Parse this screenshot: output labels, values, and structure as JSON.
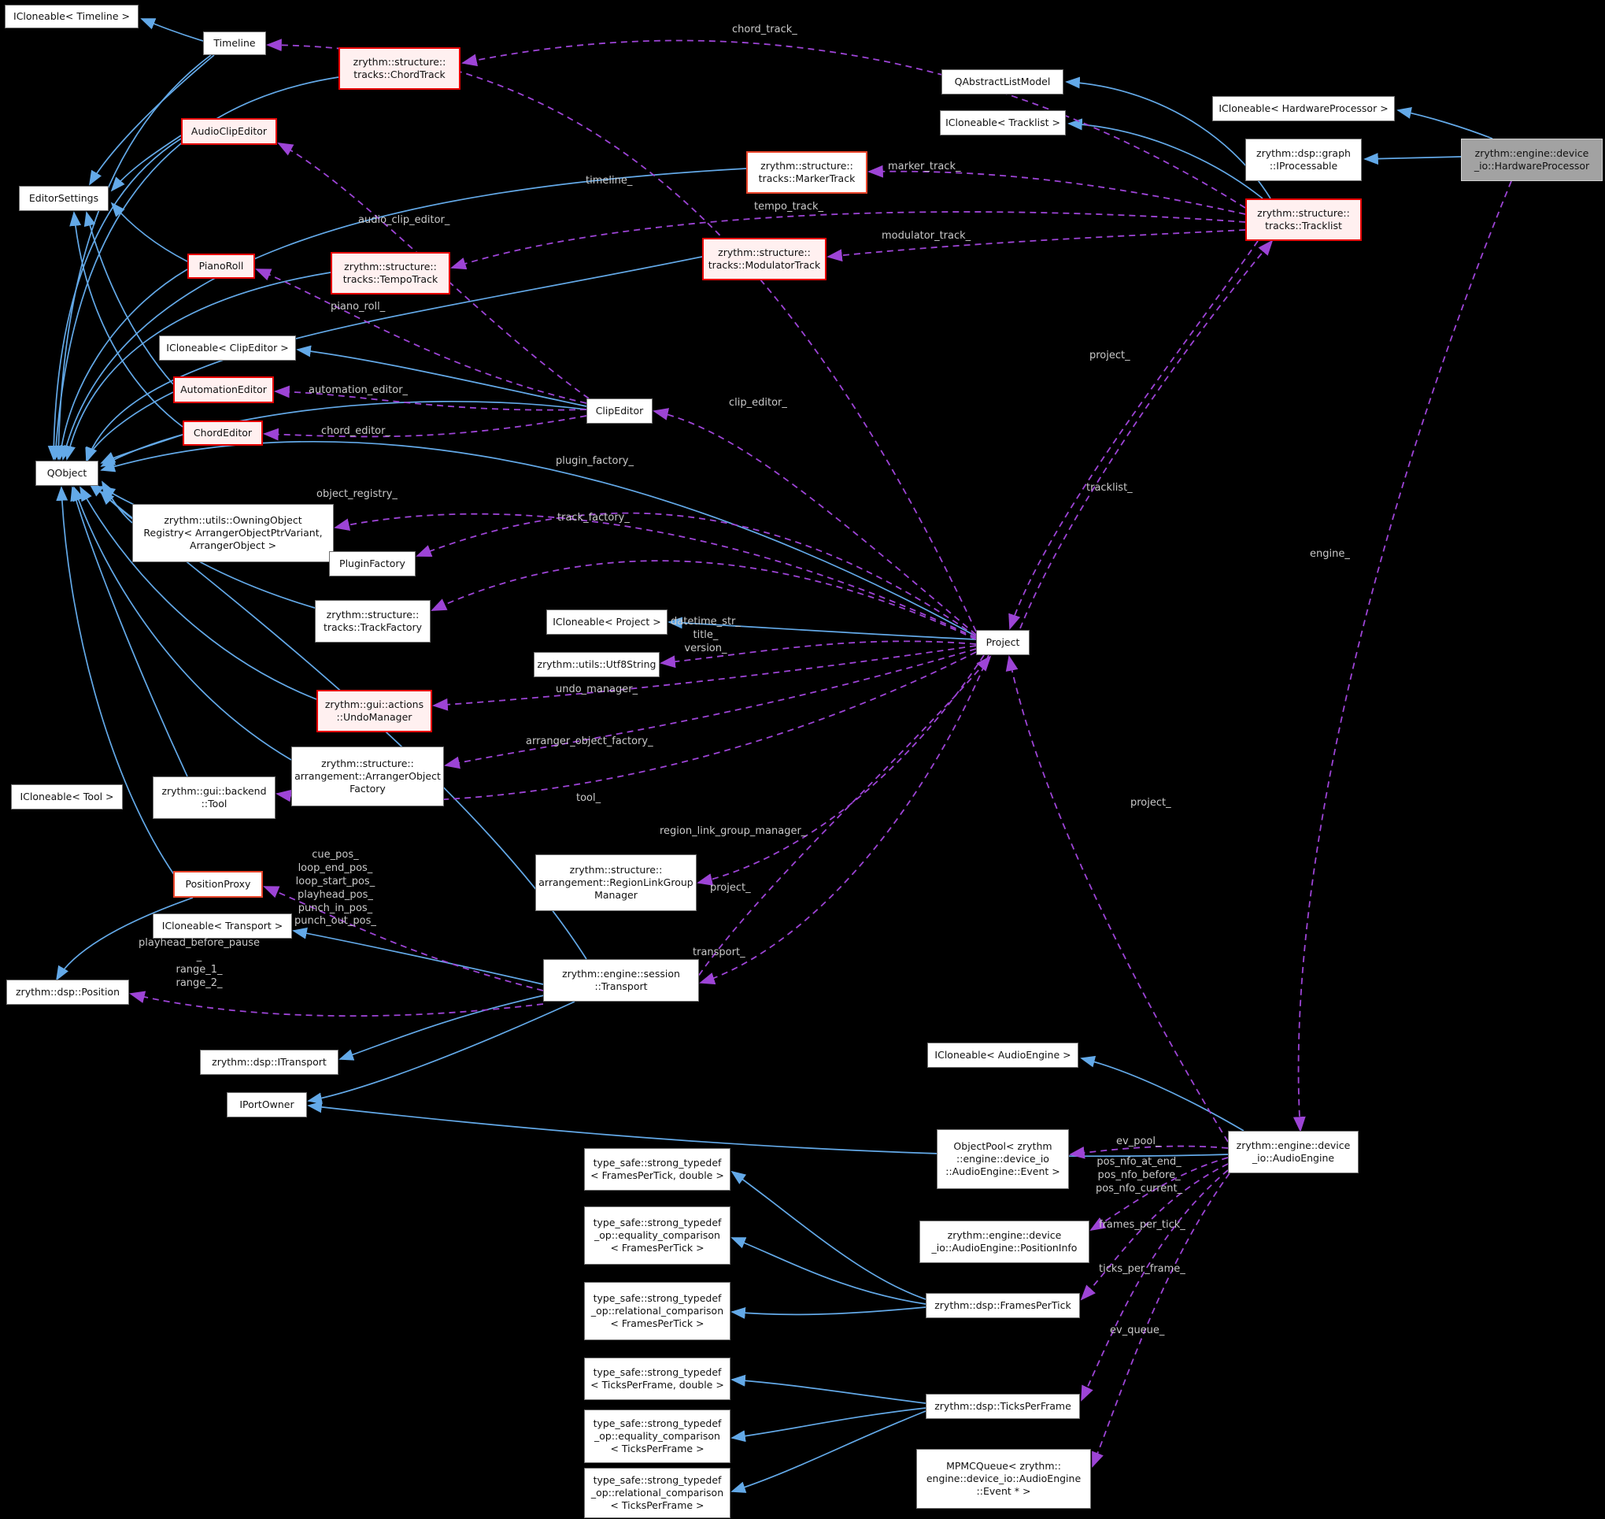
{
  "diagram_title": "zrythm collaboration graph",
  "colors": {
    "background": "#000000",
    "inherit_edge": "#63a9e8",
    "usage_edge": "#9d44d6",
    "node_bg": "#ffffff",
    "node_border": "#707070",
    "highlight_bg": "#fff0f0",
    "highlight_border": "#e60000",
    "focal_bg": "#a2a2a2",
    "edge_label_color": "#c9c9c9"
  },
  "nodes": [
    {
      "id": "icl_timeline",
      "label": "ICloneable< Timeline >",
      "type": "plain"
    },
    {
      "id": "timeline",
      "label": "Timeline",
      "type": "plain"
    },
    {
      "id": "chord_track",
      "label": "zrythm::structure::\ntracks::ChordTrack",
      "type": "highlight"
    },
    {
      "id": "qabstractlistmodel",
      "label": "QAbstractListModel",
      "type": "plain"
    },
    {
      "id": "icl_tracklist",
      "label": "ICloneable< Tracklist >",
      "type": "plain"
    },
    {
      "id": "icl_hwproc",
      "label": "ICloneable< HardwareProcessor >",
      "type": "plain"
    },
    {
      "id": "iprocessable",
      "label": "zrythm::dsp::graph\n::IProcessable",
      "type": "plain"
    },
    {
      "id": "hwproc",
      "label": "zrythm::engine::device\n_io::HardwareProcessor",
      "type": "selected"
    },
    {
      "id": "tracklist",
      "label": "zrythm::structure::\ntracks::Tracklist",
      "type": "highlight"
    },
    {
      "id": "audioclipeditor",
      "label": "AudioClipEditor",
      "type": "highlight"
    },
    {
      "id": "markertrack",
      "label": "zrythm::structure::\ntracks::MarkerTrack",
      "type": "highlight_white"
    },
    {
      "id": "editorsettings",
      "label": "EditorSettings",
      "type": "plain"
    },
    {
      "id": "pianoroll",
      "label": "PianoRoll",
      "type": "highlight"
    },
    {
      "id": "tempotrack",
      "label": "zrythm::structure::\ntracks::TempoTrack",
      "type": "highlight"
    },
    {
      "id": "modulatortrack",
      "label": "zrythm::structure::\ntracks::ModulatorTrack",
      "type": "highlight"
    },
    {
      "id": "icl_clipeditor",
      "label": "ICloneable< ClipEditor >",
      "type": "plain"
    },
    {
      "id": "automationeditor",
      "label": "AutomationEditor",
      "type": "highlight"
    },
    {
      "id": "chordeditor",
      "label": "ChordEditor",
      "type": "highlight"
    },
    {
      "id": "clipeditor",
      "label": "ClipEditor",
      "type": "plain"
    },
    {
      "id": "qobject",
      "label": "QObject",
      "type": "plain"
    },
    {
      "id": "owningreg",
      "label": "zrythm::utils::OwningObject\nRegistry< ArrangerObjectPtrVariant,\nArrangerObject >",
      "type": "plain"
    },
    {
      "id": "pluginfactory",
      "label": "PluginFactory",
      "type": "plain"
    },
    {
      "id": "trackfactory",
      "label": "zrythm::structure::\ntracks::TrackFactory",
      "type": "plain"
    },
    {
      "id": "icl_project",
      "label": "ICloneable< Project >",
      "type": "plain"
    },
    {
      "id": "utf8string",
      "label": "zrythm::utils::Utf8String",
      "type": "plain"
    },
    {
      "id": "project",
      "label": "Project",
      "type": "plain"
    },
    {
      "id": "undomanager",
      "label": "zrythm::gui::actions\n::UndoManager",
      "type": "highlight"
    },
    {
      "id": "arrfactory",
      "label": "zrythm::structure::\narrangement::ArrangerObject\nFactory",
      "type": "plain"
    },
    {
      "id": "icl_tool",
      "label": "ICloneable< Tool >",
      "type": "plain"
    },
    {
      "id": "tool",
      "label": "zrythm::gui::backend\n::Tool",
      "type": "plain"
    },
    {
      "id": "positionproxy",
      "label": "PositionProxy",
      "type": "highlight_white"
    },
    {
      "id": "icl_transport",
      "label": "ICloneable< Transport >",
      "type": "plain"
    },
    {
      "id": "regionlink",
      "label": "zrythm::structure::\narrangement::RegionLinkGroup\nManager",
      "type": "plain"
    },
    {
      "id": "position",
      "label": "zrythm::dsp::Position",
      "type": "plain"
    },
    {
      "id": "transport",
      "label": "zrythm::engine::session\n::Transport",
      "type": "plain"
    },
    {
      "id": "itransport",
      "label": "zrythm::dsp::ITransport",
      "type": "plain"
    },
    {
      "id": "iportowner",
      "label": "IPortOwner",
      "type": "plain"
    },
    {
      "id": "icl_audioengine",
      "label": "ICloneable< AudioEngine >",
      "type": "plain"
    },
    {
      "id": "objectpool",
      "label": "ObjectPool< zrythm\n::engine::device_io\n::AudioEngine::Event >",
      "type": "plain"
    },
    {
      "id": "positioninfo",
      "label": "zrythm::engine::device\n_io::AudioEngine::PositionInfo",
      "type": "plain"
    },
    {
      "id": "framespertick",
      "label": "zrythm::dsp::FramesPerTick",
      "type": "plain"
    },
    {
      "id": "ticksperframe",
      "label": "zrythm::dsp::TicksPerFrame",
      "type": "plain"
    },
    {
      "id": "mpmcqueue",
      "label": "MPMCQueue< zrythm::\nengine::device_io::AudioEngine\n::Event * >",
      "type": "plain"
    },
    {
      "id": "audioengine",
      "label": "zrythm::engine::device\n_io::AudioEngine",
      "type": "plain"
    },
    {
      "id": "ts_ft_double",
      "label": "type_safe::strong_typedef\n< FramesPerTick, double >",
      "type": "plain"
    },
    {
      "id": "ts_ft_eq",
      "label": "type_safe::strong_typedef\n_op::equality_comparison\n< FramesPerTick >",
      "type": "plain"
    },
    {
      "id": "ts_ft_rel",
      "label": "type_safe::strong_typedef\n_op::relational_comparison\n< FramesPerTick >",
      "type": "plain"
    },
    {
      "id": "ts_tf_double",
      "label": "type_safe::strong_typedef\n< TicksPerFrame, double >",
      "type": "plain"
    },
    {
      "id": "ts_tf_eq",
      "label": "type_safe::strong_typedef\n_op::equality_comparison\n< TicksPerFrame >",
      "type": "plain"
    },
    {
      "id": "ts_tf_rel",
      "label": "type_safe::strong_typedef\n_op::relational_comparison\n< TicksPerFrame >",
      "type": "plain"
    }
  ],
  "edge_labels": [
    {
      "id": "chord_track_",
      "text": "chord_track_"
    },
    {
      "id": "marker_track_",
      "text": "marker_track_"
    },
    {
      "id": "tempo_track_",
      "text": "tempo_track_"
    },
    {
      "id": "modulator_track_",
      "text": "modulator_track_"
    },
    {
      "id": "timeline_",
      "text": "timeline_"
    },
    {
      "id": "audio_clip_editor_",
      "text": "audio_clip_editor_"
    },
    {
      "id": "piano_roll_",
      "text": "piano_roll_"
    },
    {
      "id": "automation_editor_",
      "text": "automation_editor_"
    },
    {
      "id": "chord_editor_",
      "text": "chord_editor_"
    },
    {
      "id": "clip_editor_",
      "text": "clip_editor_"
    },
    {
      "id": "object_registry_",
      "text": "object_registry_"
    },
    {
      "id": "plugin_factory_",
      "text": "plugin_factory_"
    },
    {
      "id": "track_factory_",
      "text": "track_factory_"
    },
    {
      "id": "datetime_block",
      "text": "datetime_str_\ntitle_\nversion_"
    },
    {
      "id": "undo_manager_",
      "text": "undo_manager_"
    },
    {
      "id": "arranger_object_factory_",
      "text": "arranger_object_factory_"
    },
    {
      "id": "tool_",
      "text": "tool_"
    },
    {
      "id": "region_link_group_manager_",
      "text": "region_link_group_manager_"
    },
    {
      "id": "project_mid",
      "text": "project_"
    },
    {
      "id": "transport_",
      "text": "transport_"
    },
    {
      "id": "cue_block",
      "text": "cue_pos_\nloop_end_pos_\nloop_start_pos_\nplayhead_pos_\npunch_in_pos_\npunch_out_pos_"
    },
    {
      "id": "playhead_block",
      "text": "playhead_before_pause\n_\nrange_1_\nrange_2_"
    },
    {
      "id": "project_top",
      "text": "project_"
    },
    {
      "id": "tracklist_",
      "text": "tracklist_"
    },
    {
      "id": "engine_",
      "text": "engine_"
    },
    {
      "id": "project_right",
      "text": "project_"
    },
    {
      "id": "ev_pool_",
      "text": "ev_pool_"
    },
    {
      "id": "pos_nfo_block",
      "text": "pos_nfo_at_end_\npos_nfo_before_\npos_nfo_current_"
    },
    {
      "id": "frames_per_tick_",
      "text": "frames_per_tick_"
    },
    {
      "id": "ticks_per_frame_",
      "text": "ticks_per_frame_"
    },
    {
      "id": "ev_queue_",
      "text": "ev_queue_"
    }
  ]
}
